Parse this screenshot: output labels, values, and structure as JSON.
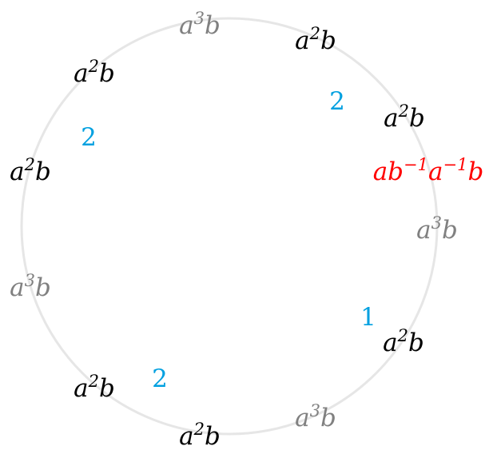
{
  "colors": {
    "circle": "#e6e6e6",
    "primary": "#000000",
    "muted": "#808080",
    "highlight": "#ff0000",
    "count": "#00a0e0"
  },
  "labels": [
    {
      "base": "a",
      "exp": "3",
      "tail": "b",
      "tone": "muted"
    },
    {
      "base": "a",
      "exp": "2",
      "tail": "b",
      "tone": "primary"
    },
    {
      "base": "a",
      "exp": "2",
      "tail": "b",
      "tone": "primary"
    },
    {
      "base": "a",
      "exp": "2",
      "tail": "b",
      "tone": "primary"
    },
    {
      "base": "ab",
      "exp": "−1",
      "tail": "a",
      "exp2": "−1",
      "tail2": "b",
      "tone": "highlight"
    },
    {
      "base": "a",
      "exp": "3",
      "tail": "b",
      "tone": "muted"
    },
    {
      "base": "a",
      "exp": "3",
      "tail": "b",
      "tone": "muted"
    },
    {
      "base": "a",
      "exp": "2",
      "tail": "b",
      "tone": "primary"
    },
    {
      "base": "a",
      "exp": "2",
      "tail": "b",
      "tone": "primary"
    },
    {
      "base": "a",
      "exp": "2",
      "tail": "b",
      "tone": "primary"
    },
    {
      "base": "a",
      "exp": "3",
      "tail": "b",
      "tone": "muted"
    },
    {
      "base": "a",
      "exp": "2",
      "tail": "b",
      "tone": "primary"
    }
  ],
  "counts": [
    "2",
    "2",
    "1",
    "2"
  ]
}
